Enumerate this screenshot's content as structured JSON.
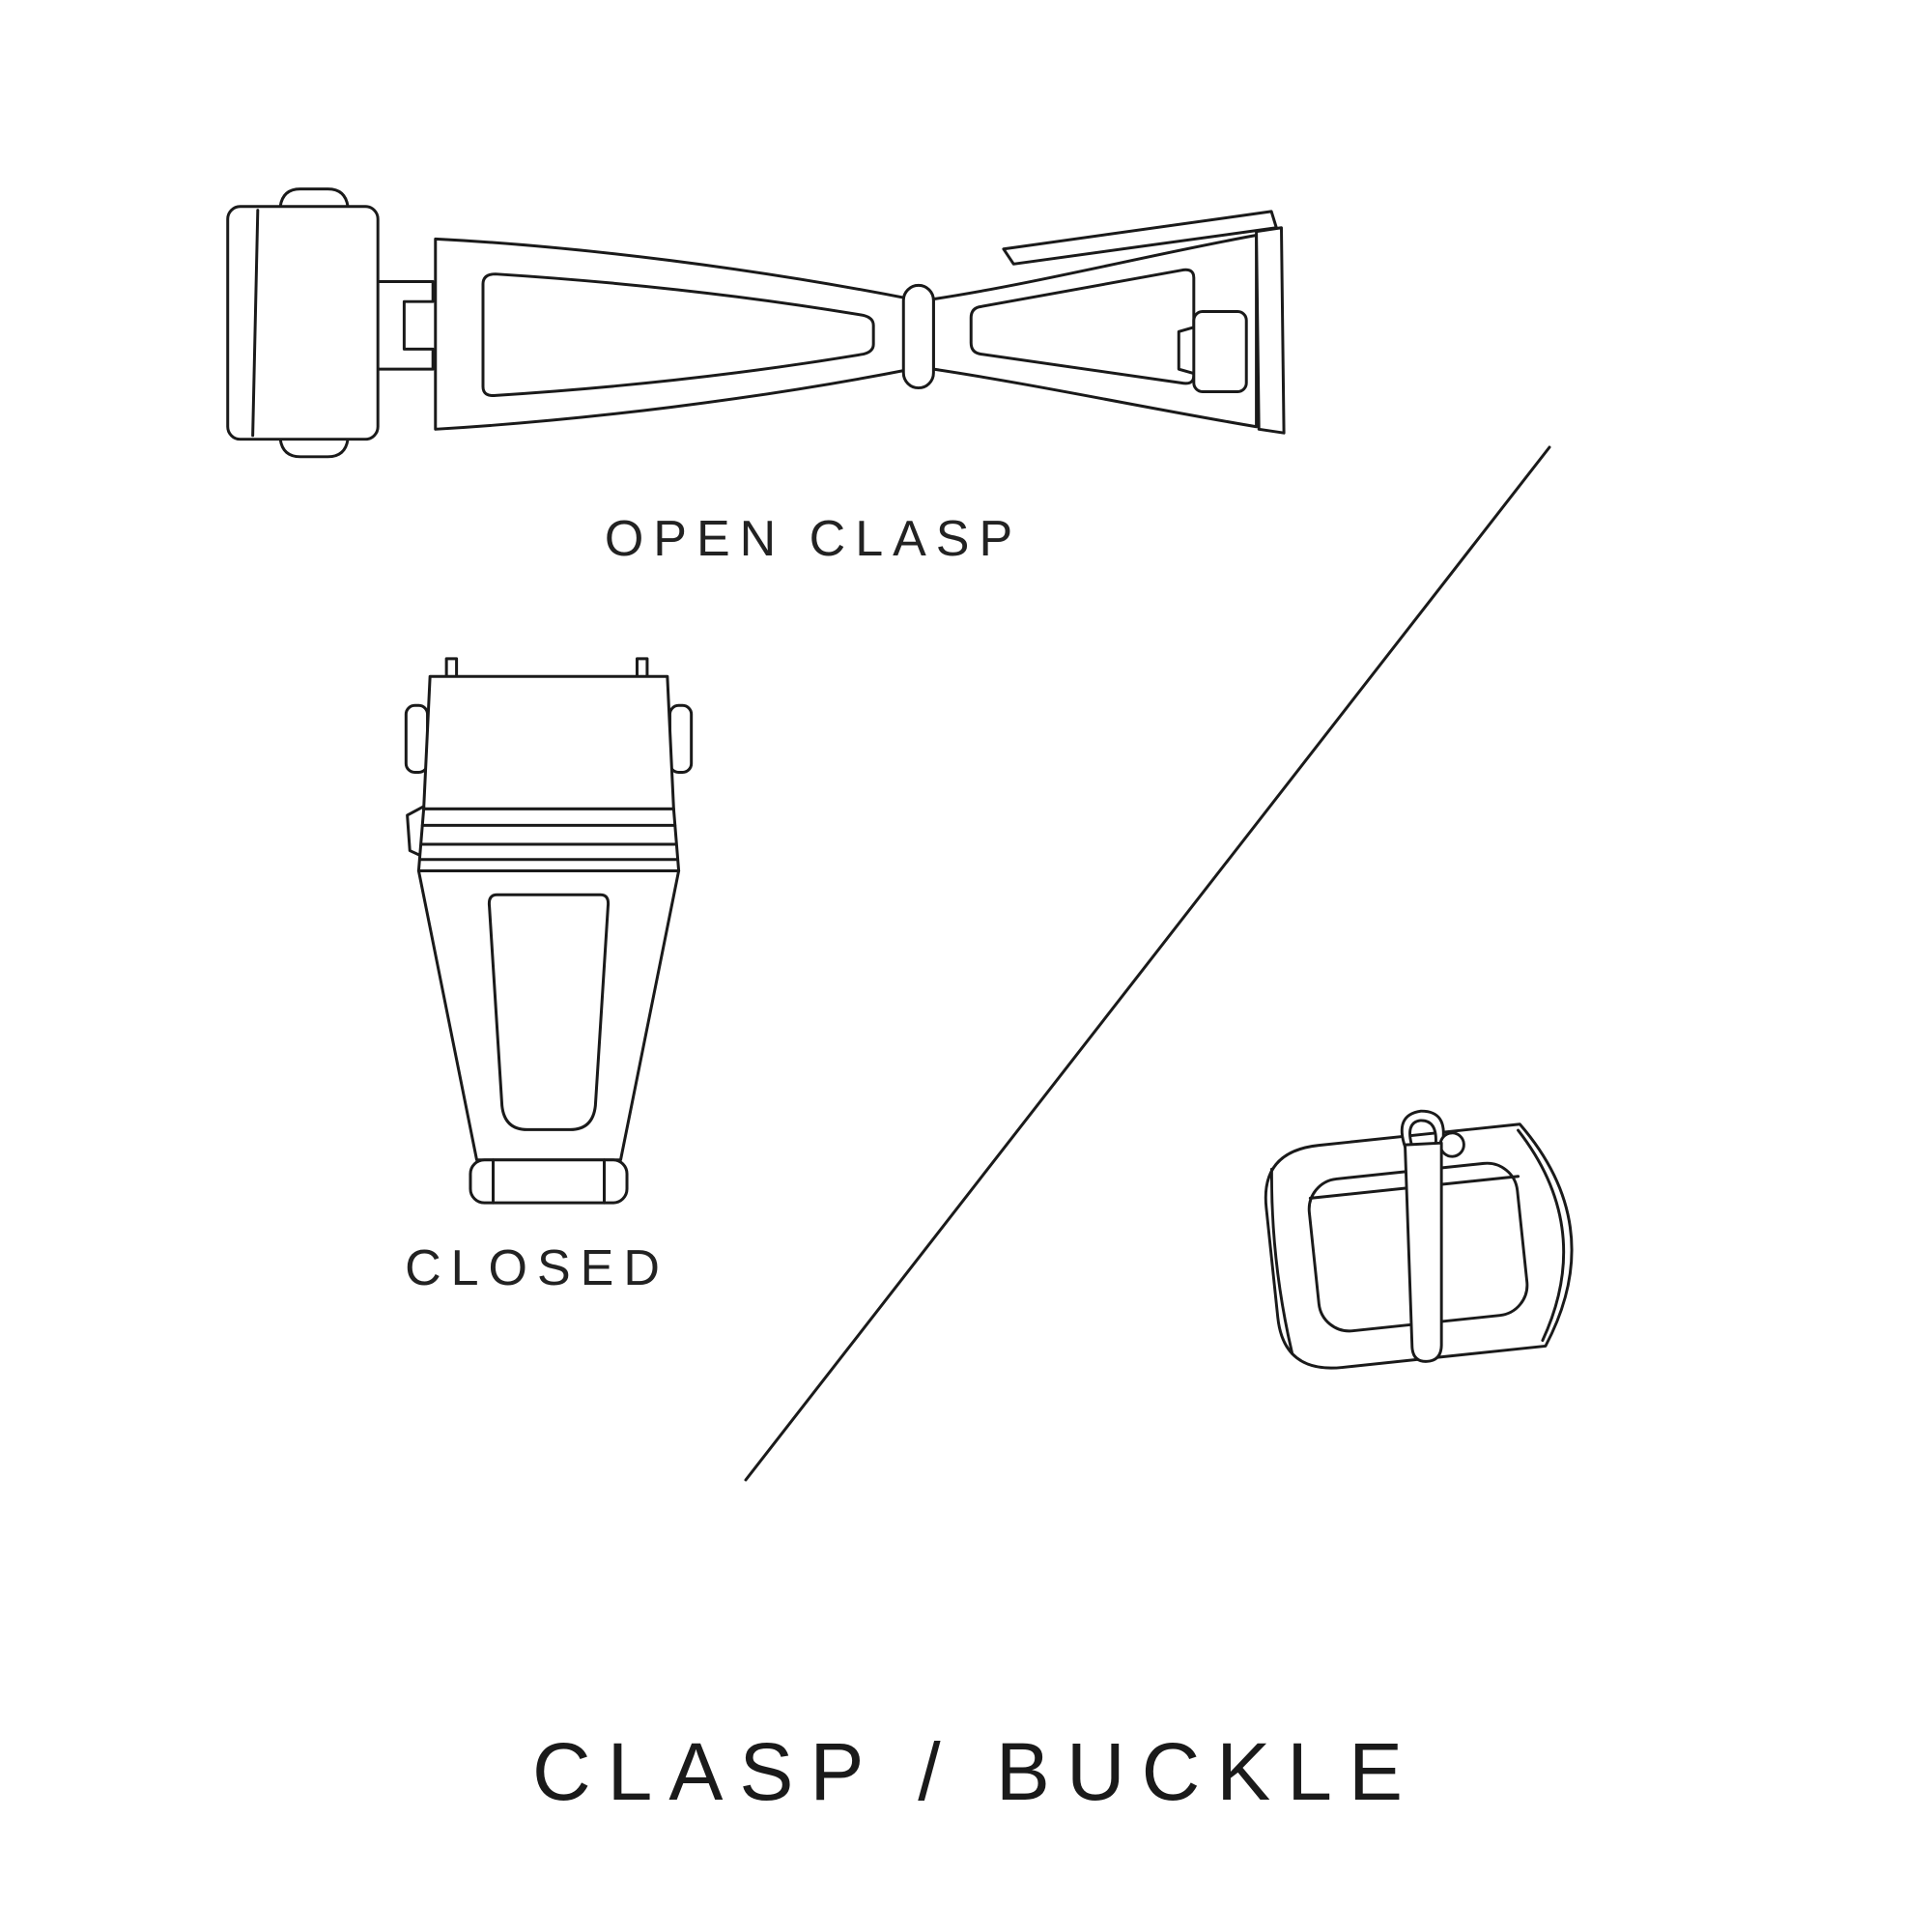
{
  "title": "CLASP / BUCKLE",
  "labels": {
    "open_clasp": "OPEN CLASP",
    "closed": "CLOSED"
  },
  "colors": {
    "ink": "#1a1a1a",
    "background": "#ffffff"
  },
  "figures": [
    "open-clasp-illustration",
    "closed-clasp-illustration",
    "buckle-illustration"
  ]
}
